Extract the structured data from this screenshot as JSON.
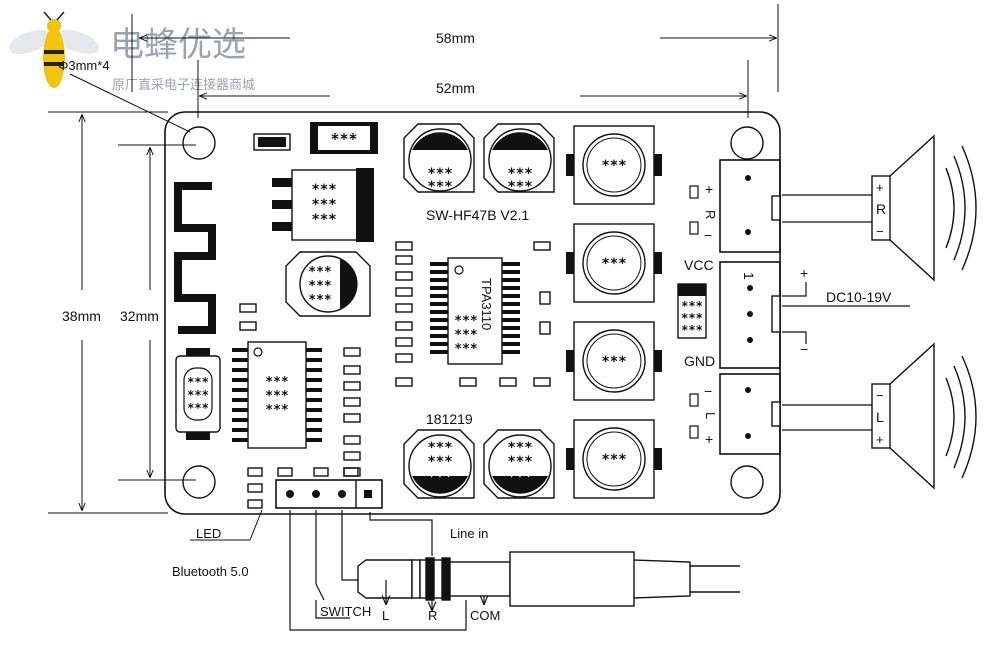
{
  "watermark": {
    "brand": "电蜂优选",
    "tagline": "原厂直采电子连接器商城"
  },
  "dimensions": {
    "width_outer": "58mm",
    "width_inner": "52mm",
    "height_outer": "38mm",
    "height_inner": "32mm",
    "hole": "Φ3mm*4"
  },
  "board": {
    "model": "SW-HF47B  V2.1",
    "chip": "TPA3110",
    "date_code": "181219",
    "masked": "***"
  },
  "labels": {
    "vcc": "VCC",
    "gnd": "GND",
    "power_input": "DC10-19V",
    "plus": "+",
    "minus": "−",
    "right": "R",
    "left": "L",
    "pin1": "1",
    "led": "LED",
    "bluetooth": "Bluetooth 5.0",
    "line_in": "Line in",
    "switch": "SWITCH",
    "jack_l": "L",
    "jack_r": "R",
    "com": "COM"
  },
  "icons": {
    "watermark": "bee-logo-icon",
    "speaker": "speaker-icon",
    "antenna": "bluetooth-antenna-icon",
    "jack": "audio-jack-icon"
  },
  "colors": {
    "line": "#111111",
    "watermark": "#9aa3b3",
    "bee": "#f2c40f"
  }
}
